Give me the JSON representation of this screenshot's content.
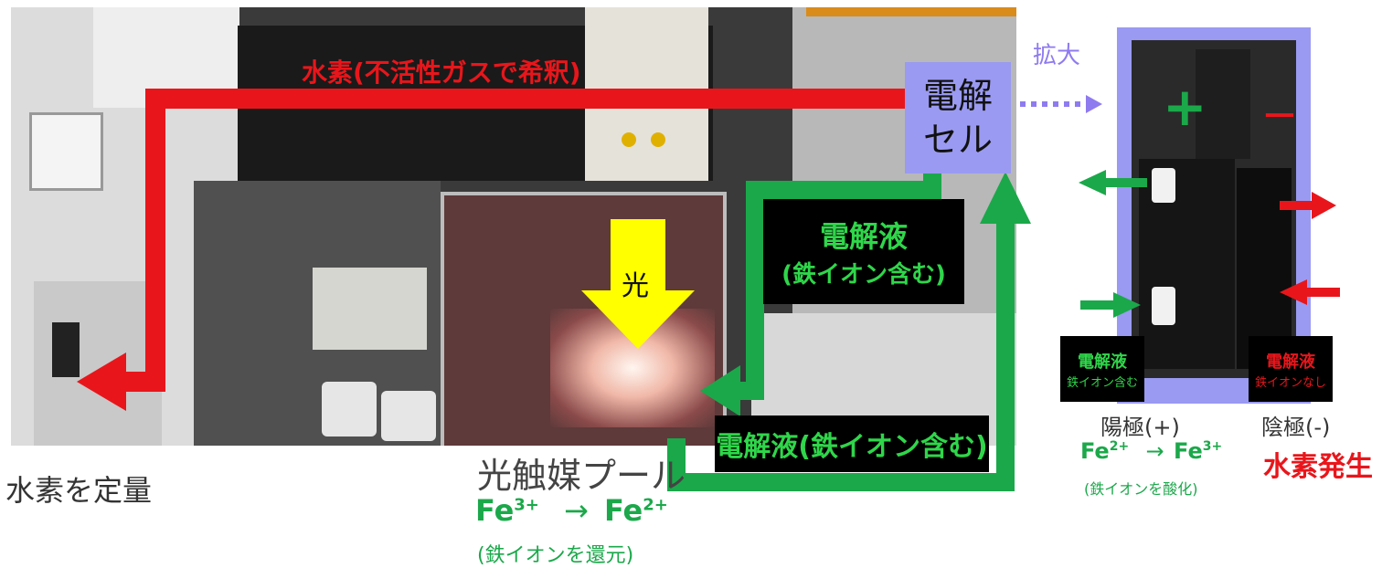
{
  "colors": {
    "hydrogen_red": "#e8161b",
    "electrolyte_green": "#1ba84a",
    "cell_lavender": "#9a9af2",
    "light_yellow": "#ffff00",
    "zoom_purple": "#8f7bf0"
  },
  "labels": {
    "hydrogen_line": "水素(不活性ガスで希釈)",
    "quantify": "水素を定量",
    "cell_line1": "電解",
    "cell_line2": "セル",
    "zoom": "拡大",
    "light": "光",
    "electrolyte_box1_line1": "電解液",
    "electrolyte_box1_line2": "(鉄イオン含む)",
    "electrolyte_box2": "電解液(鉄イオン含む)",
    "photocatalyst_pool": "光触媒プール",
    "pool_reaction_from": "Fe",
    "pool_reaction_from_sup": "3+",
    "pool_reaction_arrow": "→",
    "pool_reaction_to": "Fe",
    "pool_reaction_to_sup": "2+",
    "pool_reaction_note": "(鉄イオンを還元)",
    "plus_sign": "+",
    "minus_sign": "－",
    "anode_electrolyte_line1": "電解液",
    "anode_electrolyte_line2": "鉄イオン含む",
    "cathode_electrolyte_line1": "電解液",
    "cathode_electrolyte_line2": "鉄イオンなし",
    "anode": "陽極(+)",
    "cathode": "陰極(-)",
    "anode_reaction_from": "Fe",
    "anode_reaction_from_sup": "2+",
    "anode_reaction_arrow": "→",
    "anode_reaction_to": "Fe",
    "anode_reaction_to_sup": "3+",
    "anode_reaction_note": "(鉄イオンを酸化)",
    "cathode_product": "水素発生"
  }
}
